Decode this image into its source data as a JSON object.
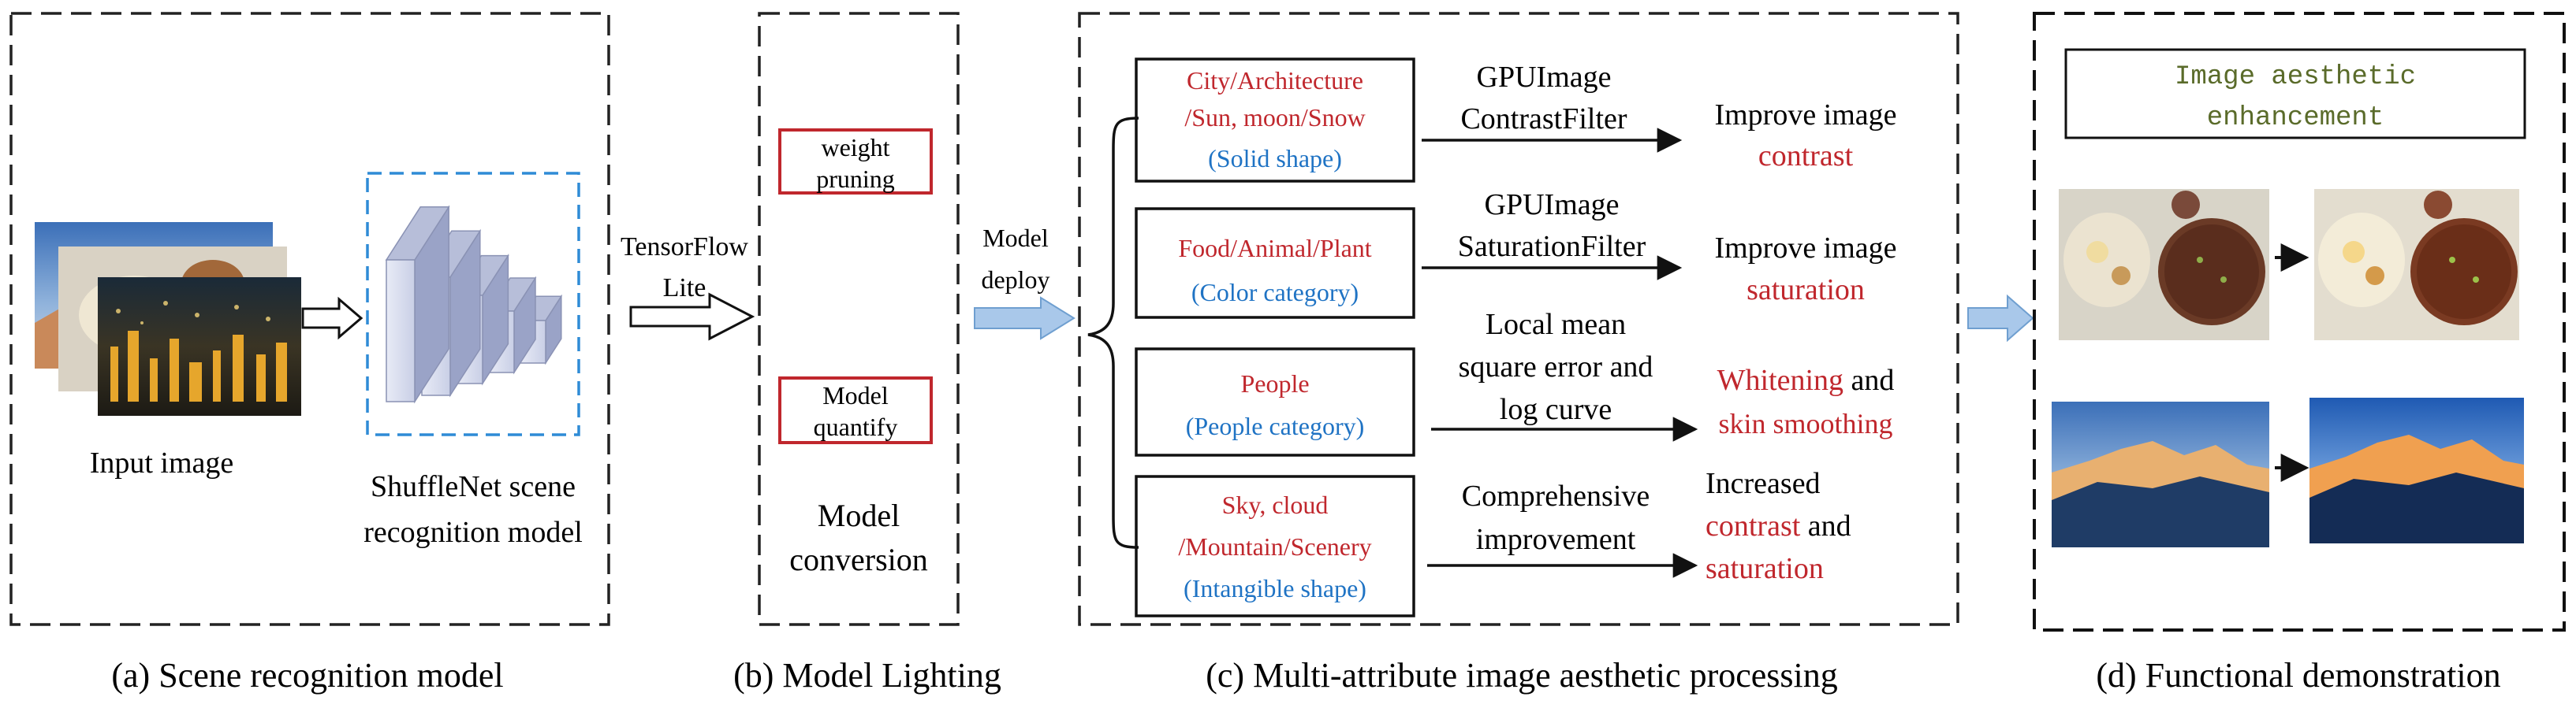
{
  "colors": {
    "red": "#c0272d",
    "blue": "#1f73c4",
    "olive": "#5a6b2a",
    "panel_dash": "#222222",
    "accent_blue_dash": "#2f8bd6",
    "arrow_fill": "#a9c8ea",
    "arrow_stroke": "#6f9fd0"
  },
  "panel_a": {
    "input_label": "Input image",
    "model_label_line1": "ShuffleNet scene",
    "model_label_line2": "recognition model",
    "caption": "(a) Scene recognition model"
  },
  "arrow_ab": {
    "line1": "TensorFlow",
    "line2": "Lite"
  },
  "panel_b": {
    "box1_line1": "weight",
    "box1_line2": "pruning",
    "box2_line1": "Model",
    "box2_line2": "quantify",
    "bottom_line1": "Model",
    "bottom_line2": "conversion",
    "caption": "(b) Model Lighting"
  },
  "arrow_bc": {
    "line1": "Model",
    "line2": "deploy"
  },
  "panel_c": {
    "rows": [
      {
        "cat_line1": "City/Architecture",
        "cat_line2": "/Sun, moon/Snow",
        "cat_sub": "(Solid shape)",
        "method_line1": "GPUImage",
        "method_line2": "ContrastFilter",
        "result_line1_black": "Improve image",
        "result_line2_red": "contrast"
      },
      {
        "cat_line1": "Food/Animal/Plant",
        "cat_sub": "(Color category)",
        "method_line1": "GPUImage",
        "method_line2": "SaturationFilter",
        "result_line1_black": "Improve image",
        "result_line2_red": "saturation"
      },
      {
        "cat_line1": "People",
        "cat_sub": "(People category)",
        "method_line1": "Local mean",
        "method_line2": "square error and",
        "method_line3": "log curve",
        "result_line1_red": "Whitening",
        "result_line1_black": " and",
        "result_line2_red": "skin smoothing"
      },
      {
        "cat_line1": "Sky, cloud",
        "cat_line2": "/Mountain/Scenery",
        "cat_sub": "(Intangible shape)",
        "method_line1": "Comprehensive",
        "method_line2": "improvement",
        "result_line1_black": "Increased",
        "result_line2_red": "contrast",
        "result_line2_black": " and",
        "result_line3_red": "saturation"
      }
    ],
    "caption": "(c) Multi-attribute image aesthetic processing"
  },
  "panel_d": {
    "title_line1": "Image aesthetic",
    "title_line2": "enhancement",
    "caption": "(d) Functional demonstration"
  }
}
